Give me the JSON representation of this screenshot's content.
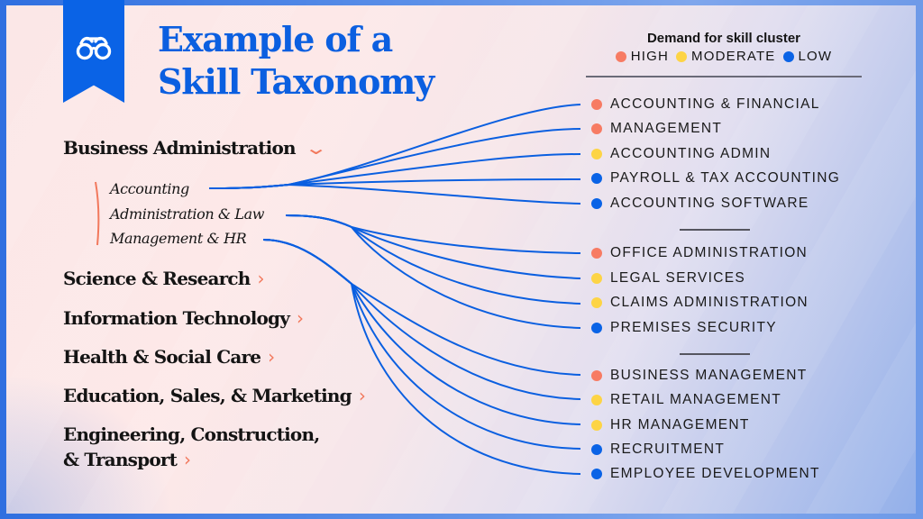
{
  "title": {
    "line1": "Example of a",
    "line2": "Skill Taxonomy",
    "icon": "glasses-icon",
    "color": "#0b5fe0"
  },
  "legend": {
    "title": "Demand for skill cluster",
    "levels": [
      {
        "label": "HIGH",
        "color": "#f77b63"
      },
      {
        "label": "MODERATE",
        "color": "#fdd445"
      },
      {
        "label": "LOW",
        "color": "#0a63e6"
      }
    ]
  },
  "categories": [
    {
      "label": "Business Administration",
      "chevron": "⌄",
      "expanded": true,
      "subcategories": [
        "Accounting",
        "Administration & Law",
        "Management & HR"
      ]
    },
    {
      "label": "Science & Research",
      "chevron": "›"
    },
    {
      "label": "Information Technology",
      "chevron": "›"
    },
    {
      "label": "Health & Social Care",
      "chevron": "›"
    },
    {
      "label": "Education, Sales, & Marketing",
      "chevron": "›"
    },
    {
      "label": "Engineering, Construction,",
      "label2": "& Transport",
      "chevron": "›"
    }
  ],
  "skill_groups": [
    {
      "parent": "Accounting",
      "skills": [
        {
          "label": "ACCOUNTING & FINANCIAL",
          "demand": "HIGH"
        },
        {
          "label": "MANAGEMENT",
          "demand": "HIGH"
        },
        {
          "label": "ACCOUNTING ADMIN",
          "demand": "MODERATE"
        },
        {
          "label": "PAYROLL & TAX ACCOUNTING",
          "demand": "LOW"
        },
        {
          "label": "ACCOUNTING SOFTWARE",
          "demand": "LOW"
        }
      ]
    },
    {
      "parent": "Administration & Law",
      "skills": [
        {
          "label": "OFFICE ADMINISTRATION",
          "demand": "HIGH"
        },
        {
          "label": "LEGAL SERVICES",
          "demand": "MODERATE"
        },
        {
          "label": "CLAIMS ADMINISTRATION",
          "demand": "MODERATE"
        },
        {
          "label": "PREMISES SECURITY",
          "demand": "LOW"
        }
      ]
    },
    {
      "parent": "Management & HR",
      "skills": [
        {
          "label": "BUSINESS MANAGEMENT",
          "demand": "HIGH"
        },
        {
          "label": "RETAIL MANAGEMENT",
          "demand": "MODERATE"
        },
        {
          "label": "HR MANAGEMENT",
          "demand": "MODERATE"
        },
        {
          "label": "RECRUITMENT",
          "demand": "LOW"
        },
        {
          "label": "EMPLOYEE DEVELOPMENT",
          "demand": "LOW"
        }
      ]
    }
  ],
  "colors": {
    "high": "#f77b63",
    "moderate": "#fdd445",
    "low": "#0a63e6",
    "line": "#0a5fe0",
    "chevron": "#f2785c"
  }
}
